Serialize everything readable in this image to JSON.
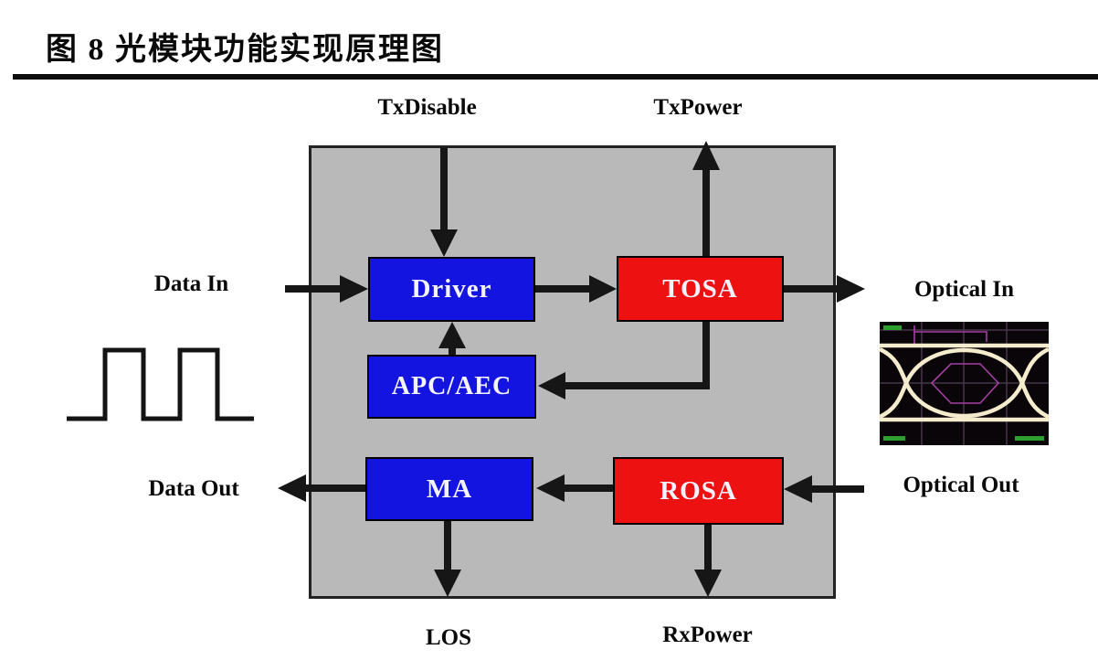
{
  "figure": {
    "title": "图 8 光模块功能实现原理图"
  },
  "diagram": {
    "blocks": [
      {
        "id": "driver",
        "label": "Driver",
        "color": "#1414e0"
      },
      {
        "id": "tosa",
        "label": "TOSA",
        "color": "#ee1111"
      },
      {
        "id": "apc_aec",
        "label": "APC/AEC",
        "color": "#1414e0"
      },
      {
        "id": "ma",
        "label": "MA",
        "color": "#1414e0"
      },
      {
        "id": "rosa",
        "label": "ROSA",
        "color": "#ee1111"
      }
    ],
    "ports": {
      "tx_disable": "TxDisable",
      "tx_power": "TxPower",
      "data_in": "Data In",
      "optical_in": "Optical In",
      "data_out": "Data Out",
      "optical_out": "Optical Out",
      "los": "LOS",
      "rx_power": "RxPower"
    },
    "colors": {
      "module_background": "#b9b9b9",
      "block_blue": "#1414e0",
      "block_red": "#ee1111",
      "line_black": "#161616",
      "eye_trace": "#f5eccd",
      "eye_mask_purple": "#a43fa4",
      "eye_marks_green": "#2e9e2e"
    },
    "icons": [
      "square-wave-icon",
      "eye-diagram-icon"
    ]
  }
}
